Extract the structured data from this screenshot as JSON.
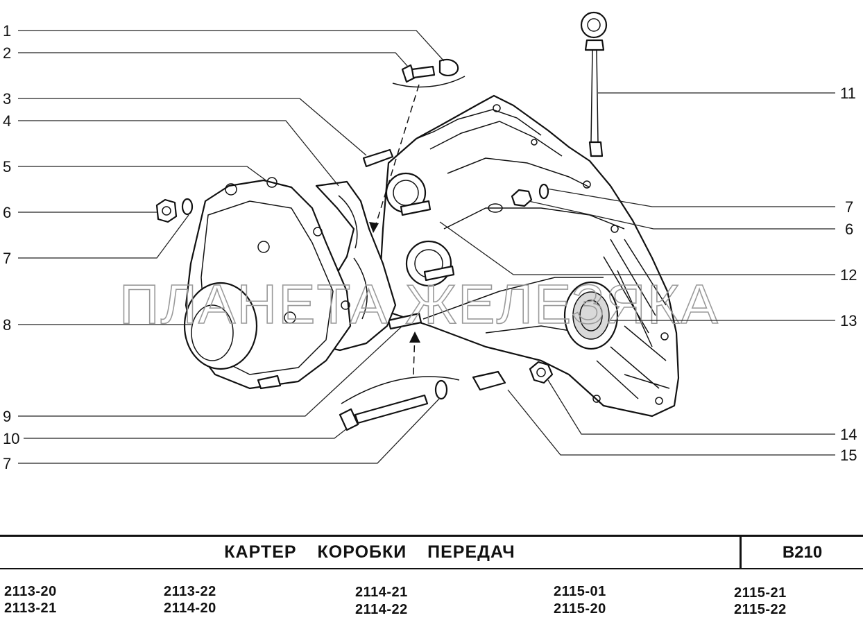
{
  "callouts_left": [
    "1",
    "2",
    "3",
    "4",
    "5",
    "6",
    "7",
    "8",
    "9",
    "10",
    "7"
  ],
  "callouts_right": [
    "11",
    "7",
    "6",
    "12",
    "13",
    "14",
    "15"
  ],
  "watermark": "ПЛАНЕТА ЖЕЛЕЗЯКА",
  "title": "КАРТЕР КОРОБКИ ПЕРЕДАЧ",
  "page_code": "B210",
  "models": [
    [
      "2113-20",
      "2113-21"
    ],
    [
      "2113-22",
      "2114-20"
    ],
    [
      "2114-21",
      "2114-22"
    ],
    [
      "2115-01",
      "2115-20"
    ],
    [
      "2115-21",
      "2115-22"
    ]
  ]
}
